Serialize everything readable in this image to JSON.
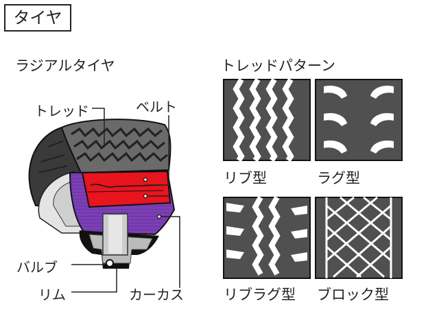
{
  "title": "タイヤ",
  "radial_section": {
    "heading": "ラジアルタイヤ",
    "labels": {
      "tread": "トレッド",
      "belt": "ベルト",
      "valve": "バルブ",
      "rim": "リム",
      "carcass": "カーカス"
    }
  },
  "pattern_section": {
    "heading": "トレッドパターン",
    "patterns": [
      {
        "label": "リブ型"
      },
      {
        "label": "ラグ型"
      },
      {
        "label": "リブラグ型"
      },
      {
        "label": "ブロック型"
      }
    ]
  },
  "colors": {
    "belt_red": "#e8141e",
    "carcass_purple": "#7b3fb5",
    "tread_dark": "#555555",
    "pattern_bg": "#505050",
    "rim_gray": "#bbbbbb"
  }
}
